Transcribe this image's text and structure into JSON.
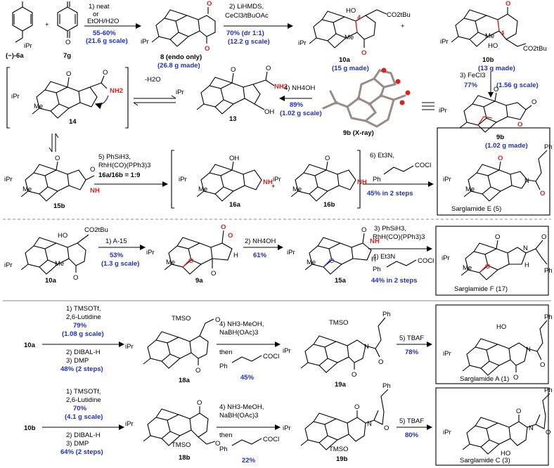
{
  "row1": {
    "sm_a": "(−)-6a",
    "sm_a_ipr": "iPr",
    "sm_b": "7g",
    "plus1": "+",
    "plus2": "+",
    "step1_a": "1) neat",
    "step1_b": "or",
    "step1_c": "EtOH/H2O",
    "step1_yield": "55-60%",
    "step1_scale": "(21.6 g scale)",
    "cmpd8": "8 (endo only)",
    "cmpd8_made": "(26.8 g made)",
    "step2_a": "2) LiHMDS,",
    "step2_b": "CeCl3/tBuOAc",
    "step2_yield": "70% (dr 1:1)",
    "step2_scale": "(12.2 g scale)",
    "cmpd10a": "10a",
    "cmpd10a_made": "(15 g made)",
    "cmpd10b": "10b",
    "cmpd10b_made": "(13 g made)",
    "ester": "CO2tBu",
    "ho": "HO",
    "me": "Me",
    "c4": "4",
    "step3": "3) FeCl3",
    "step3_yield": "77%",
    "step3_scale": "(1.56 g scale)"
  },
  "row2": {
    "cmpd14": "14",
    "water": "-H2O",
    "nh2": "NH2",
    "oh": "OH",
    "cmpd13": "13",
    "step4": "4) NH4OH",
    "step4_yield": "89%",
    "step4_scale": "(1.02 g scale)",
    "xray": "9b (X-ray)",
    "cmpd9b": "9b",
    "cmpd9b_made": "(1.02 g made)"
  },
  "row3": {
    "cmpd15b": "15b",
    "nh": "NH",
    "step5_a": "5) PhSiH3,",
    "step5_b": "RhH(CO)(PPh3)3",
    "step5_ratio": "16a/16b = 1:9",
    "cmpd16a": "16a",
    "cmpd16b": "16b",
    "step6_a": "6) Et3N,",
    "step6_reagent": "COCl",
    "ph": "Ph",
    "step6_yield": "45% in 2 steps",
    "product_e": "Sarglamide E (5)"
  },
  "row4": {
    "cmpd10a": "10a",
    "step_a15": "1) A-15",
    "a15_yield": "53%",
    "a15_scale": "(1.3 g scale)",
    "cmpd9a": "9a",
    "h": "H",
    "step_nh4oh": "2) NH4OH",
    "nh4oh_yield": "61%",
    "cmpd15a": "15a",
    "step3_a": "3) PhSiH3,",
    "step3_b": "RhH(CO)(PPh3)3",
    "step4_a": "4) Et3N",
    "step4_reagent": "COCl",
    "step_yield": "44% in 2 steps",
    "product_f": "Sarglamide F (17)"
  },
  "row5": {
    "start": "10a",
    "s1": "1) TMSOTf,",
    "s1b": "2,6-Lutidine",
    "s1_yield": "79%",
    "s1_scale": "(1.08 g scale)",
    "s2": "2) DIBAL-H",
    "s3": "3) DMP",
    "s_yield": "48% (2 steps)",
    "tmso": "TMSO",
    "cmpd18a": "18a",
    "s4": "4) NH3-MeOH,",
    "s4b": "NaBH(OAc)3",
    "then": "then",
    "reagent": "COCl",
    "s4_yield": "45%",
    "cmpd19a": "19a",
    "s5": "5) TBAF",
    "s5_yield": "78%",
    "product_a": "Sarglamide A (1)"
  },
  "row6": {
    "start": "10b",
    "s1": "1) TMSOTf,",
    "s1b": "2,6-Lutidine",
    "s1_yield": "70%",
    "s1_scale": "(4.1 g scale)",
    "s2": "2) DIBAL-H",
    "s3": "3) DMP",
    "s_yield": "64% (2 steps)",
    "cmpd18b": "18b",
    "s4": "4) NH3-MeOH,",
    "s4b": "NaBH(OAc)3",
    "then": "then",
    "reagent": "COCl",
    "s4_yield": "22%",
    "cmpd19b": "19b",
    "s5": "5) TBAF",
    "s5_yield": "80%",
    "product_c": "Sarglamide C (3)"
  }
}
